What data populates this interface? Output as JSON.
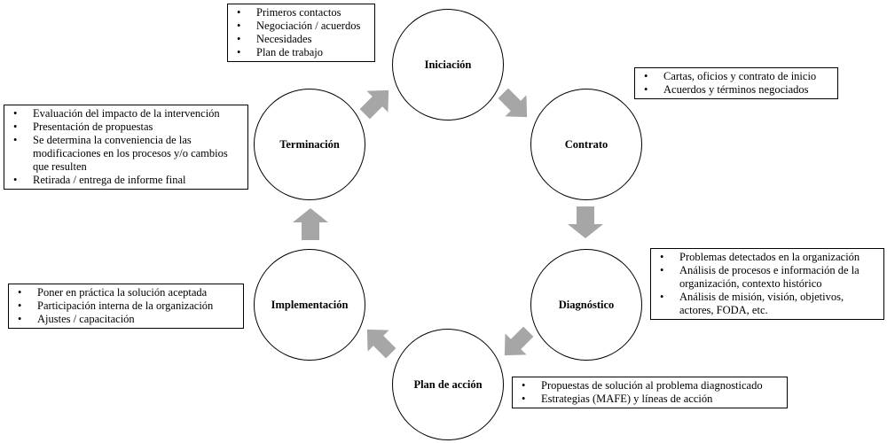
{
  "stages": {
    "iniciacion": "Iniciación",
    "contrato": "Contrato",
    "diagnostico": "Diagnóstico",
    "plan": "Plan de acción",
    "implementacion": "Implementación",
    "terminacion": "Terminación"
  },
  "notes": {
    "iniciacion": [
      "Primeros contactos",
      "Negociación / acuerdos",
      "Necesidades",
      "Plan de trabajo"
    ],
    "contrato": [
      "Cartas, oficios y contrato de inicio",
      "Acuerdos y términos negociados"
    ],
    "diagnostico": [
      "Problemas detectados en la organización",
      "Análisis de procesos e información de la organización, contexto histórico",
      "Análisis de misión, visión, objetivos, actores, FODA, etc."
    ],
    "plan": [
      "Propuestas de solución al problema diagnosticado",
      "Estrategias (MAFE) y líneas de acción"
    ],
    "implementacion": [
      "Poner en práctica la solución aceptada",
      "Participación interna de la organización",
      "Ajustes / capacitación"
    ],
    "terminacion": [
      "Evaluación del impacto de la intervención",
      "Presentación de propuestas",
      "Se determina la conveniencia de las modificaciones en los procesos y/o cambios que resulten",
      "Retirada / entrega de informe final"
    ]
  },
  "colors": {
    "arrow": "#a6a6a6",
    "border": "#000000"
  }
}
